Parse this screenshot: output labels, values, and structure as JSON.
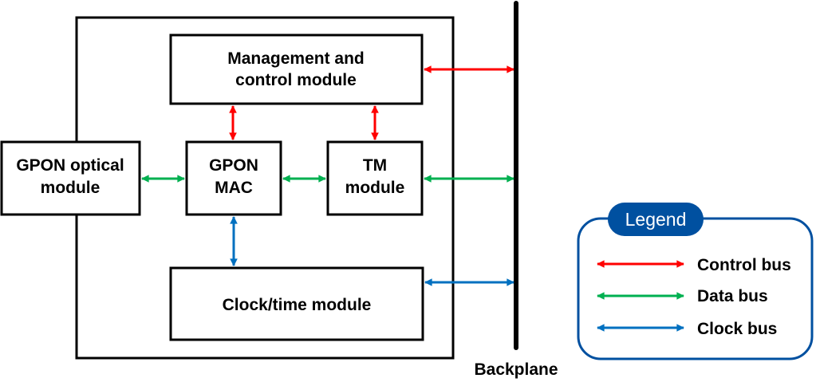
{
  "modules": {
    "management": [
      "Management and",
      "control module"
    ],
    "optical": [
      "GPON optical",
      "module"
    ],
    "mac": [
      "GPON",
      "MAC"
    ],
    "tm": [
      "TM",
      "module"
    ],
    "clock": [
      "Clock/time module"
    ]
  },
  "backplane_label": "Backplane",
  "legend": {
    "title": "Legend",
    "items": [
      {
        "label": "Control bus",
        "color": "#ff0000"
      },
      {
        "label": "Data bus",
        "color": "#00b050"
      },
      {
        "label": "Clock bus",
        "color": "#0070c0"
      }
    ]
  },
  "colors": {
    "control": "#ff0000",
    "data": "#00b050",
    "clock": "#0070c0",
    "legend_border": "#0050a0"
  }
}
